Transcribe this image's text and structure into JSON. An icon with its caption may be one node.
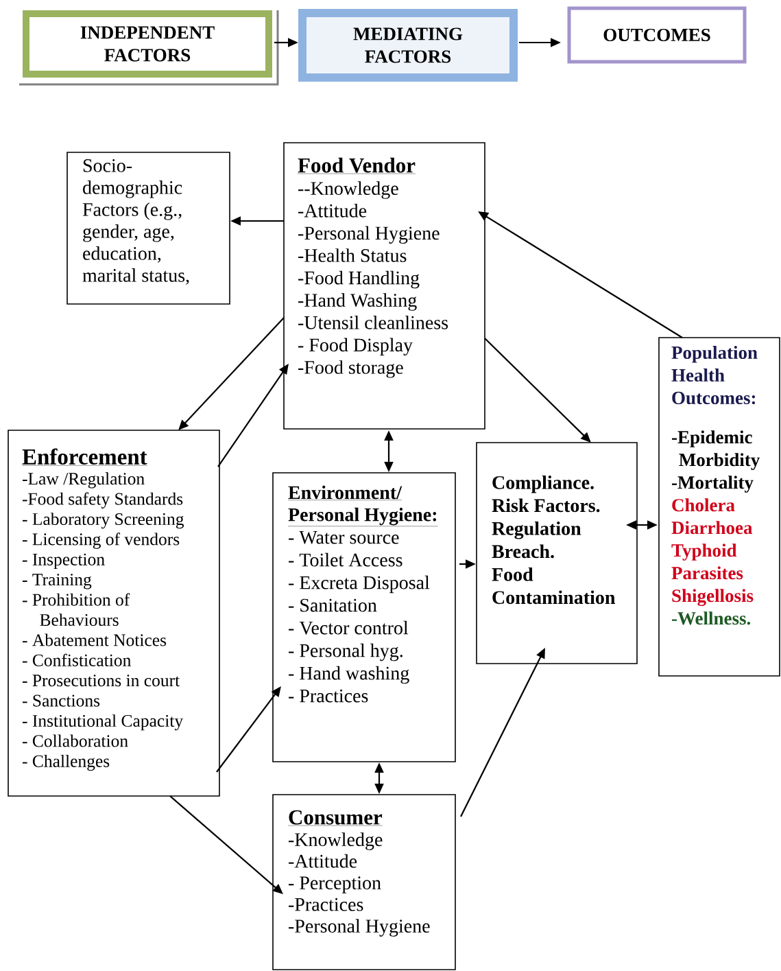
{
  "diagram": {
    "nodes": [
      {
        "text": [
          "INDEPENDENT FACTORS"
        ]
      },
      {
        "text": [
          "MEDIATING FACTORS"
        ]
      },
      {
        "text": [
          "OUTCOMES"
        ]
      },
      {
        "text": [
          "Socio-demographic Factors (e.g., gender, age, education, marital status,"
        ]
      },
      {
        "text": [
          "Food Vendor",
          "--Knowledge",
          "-Attitude",
          "-Personal Hygiene",
          "-Health Status",
          "-Food Handling",
          "-Hand Washing",
          "-Utensil cleanliness",
          "- Food Display",
          "-Food storage"
        ]
      },
      {
        "text": [
          "Enforcement",
          "-Law /Regulation",
          "-Food safety Standards",
          "- Laboratory Screening",
          "- Licensing of vendors",
          "- Inspection",
          "- Training",
          "- Prohibition of Behaviours",
          "- Abatement Notices",
          "- Confistication",
          "- Prosecutions in court",
          "- Sanctions",
          "- Institutional Capacity",
          "- Collaboration",
          "- Challenges"
        ]
      },
      {
        "text": [
          "Environment/ Personal Hygiene:",
          "- Water source",
          "- Toilet Access",
          "- Excreta Disposal",
          "- Sanitation",
          "- Vector control",
          "- Personal hyg.",
          "- Hand washing",
          "- Practices"
        ]
      },
      {
        "text": [
          "Compliance.",
          "Risk Factors.",
          "Regulation Breach.",
          "Food Contamination"
        ]
      },
      {
        "text": [
          "Population Health Outcomes:",
          "-Epidemic Morbidity",
          "-Mortality",
          "Cholera",
          "Diarrhoea",
          "Typhoid",
          "Parasites",
          "Shigellosis",
          "-Wellness."
        ]
      },
      {
        "text": [
          "Consumer",
          "-Knowledge",
          "-Attitude",
          "- Perception",
          "-Practices",
          "-Personal Hygiene"
        ]
      }
    ],
    "edges": [
      {
        "from": 0,
        "to": 1,
        "arrow": "to"
      },
      {
        "from": 1,
        "to": 2,
        "arrow": "to"
      },
      {
        "from": 4,
        "to": 3,
        "arrow": "to"
      },
      {
        "from": 4,
        "to": 5,
        "arrow": "to"
      },
      {
        "from": 5,
        "to": 4,
        "arrow": "to"
      },
      {
        "from": 4,
        "to": 6,
        "arrow": "both"
      },
      {
        "from": 4,
        "to": 7,
        "arrow": "to"
      },
      {
        "from": 8,
        "to": 4,
        "arrow": "to"
      },
      {
        "from": 6,
        "to": 7,
        "arrow": "to"
      },
      {
        "from": 7,
        "to": 8,
        "arrow": "both"
      },
      {
        "from": 5,
        "to": 6,
        "arrow": "to"
      },
      {
        "from": 5,
        "to": 9,
        "arrow": "to"
      },
      {
        "from": 6,
        "to": 9,
        "arrow": "both"
      },
      {
        "from": 9,
        "to": 7,
        "arrow": "to"
      }
    ]
  }
}
